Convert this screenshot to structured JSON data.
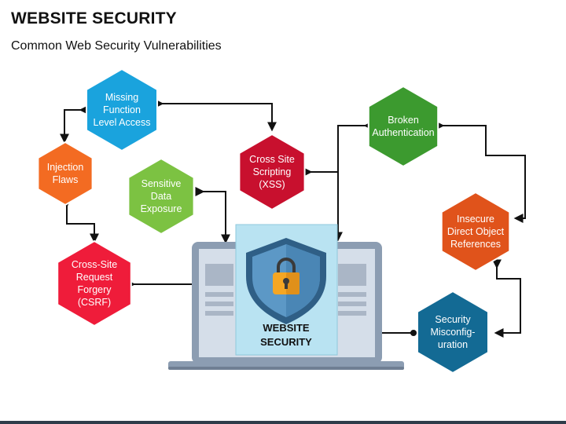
{
  "header": {
    "title": "WEBSITE SECURITY",
    "subtitle": "Common Web Security Vulnerabilities"
  },
  "center": {
    "label_line1": "WEBSITE",
    "label_line2": "SECURITY"
  },
  "nodes": [
    {
      "id": "missing-function",
      "lines": [
        "Missing",
        "Function",
        "Level Access"
      ],
      "color": "#1aa3dd"
    },
    {
      "id": "injection-flaws",
      "lines": [
        "Injection",
        "Flaws"
      ],
      "color": "#f36b22"
    },
    {
      "id": "sensitive-data",
      "lines": [
        "Sensitive",
        "Data",
        "Exposure"
      ],
      "color": "#7cc242"
    },
    {
      "id": "xss",
      "lines": [
        "Cross Site",
        "Scripting",
        "(XSS)"
      ],
      "color": "#c8102e"
    },
    {
      "id": "broken-auth",
      "lines": [
        "Broken",
        "Authentication"
      ],
      "color": "#3c9a2f"
    },
    {
      "id": "idor",
      "lines": [
        "Insecure",
        "Direct Object",
        "References"
      ],
      "color": "#e0531b"
    },
    {
      "id": "csrf",
      "lines": [
        "Cross-Site",
        "Request",
        "Forgery",
        "(CSRF)"
      ],
      "color": "#ef1c3a"
    },
    {
      "id": "misconfig",
      "lines": [
        "Security",
        "Misconfig-",
        "uration"
      ],
      "color": "#136a94"
    }
  ],
  "colors": {
    "laptop_frame": "#8c9db2",
    "laptop_screen": "#d5dee9",
    "panel": "#b9e3f2",
    "shield_outer": "#2f5f86",
    "shield_inner": "#5c98c6",
    "lock": "#f5a623",
    "connector": "#111111"
  }
}
